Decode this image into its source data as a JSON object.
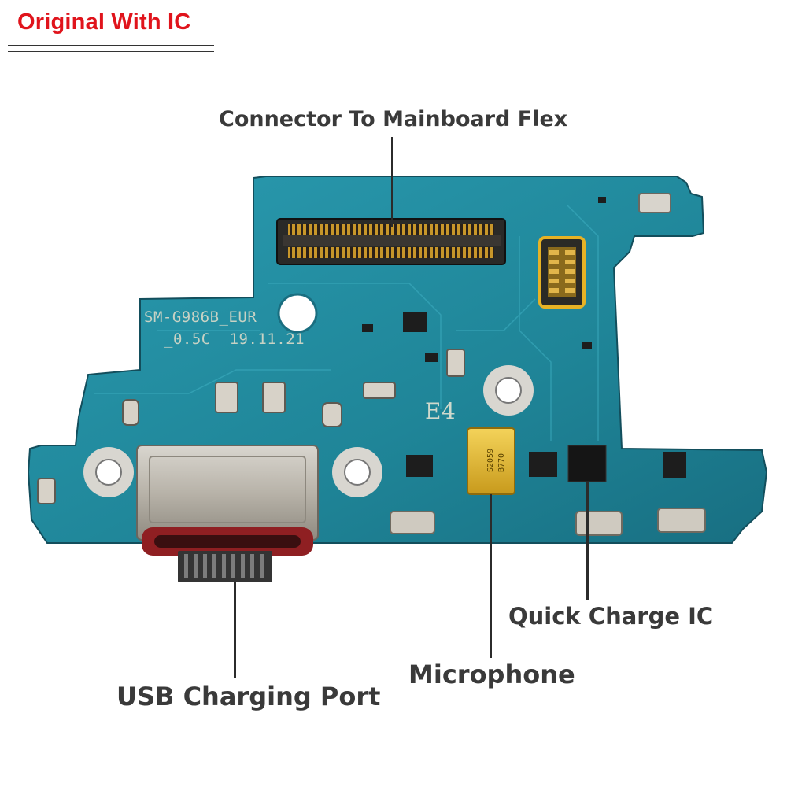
{
  "badge": {
    "text": "Original With IC",
    "color": "#e0141c"
  },
  "board": {
    "model_text": "SM-G986B_EUR",
    "rev_text": "_0.5C  19.11.21",
    "marker_text": "E4",
    "mic_chip_text": "S2059",
    "mic_chip_code": "B770",
    "pcb_color": "#1f8aa0"
  },
  "callouts": {
    "connector": "Connector To Mainboard Flex",
    "usb": "USB Charging Port",
    "microphone": "Microphone",
    "quick_charge": "Quick Charge IC"
  }
}
